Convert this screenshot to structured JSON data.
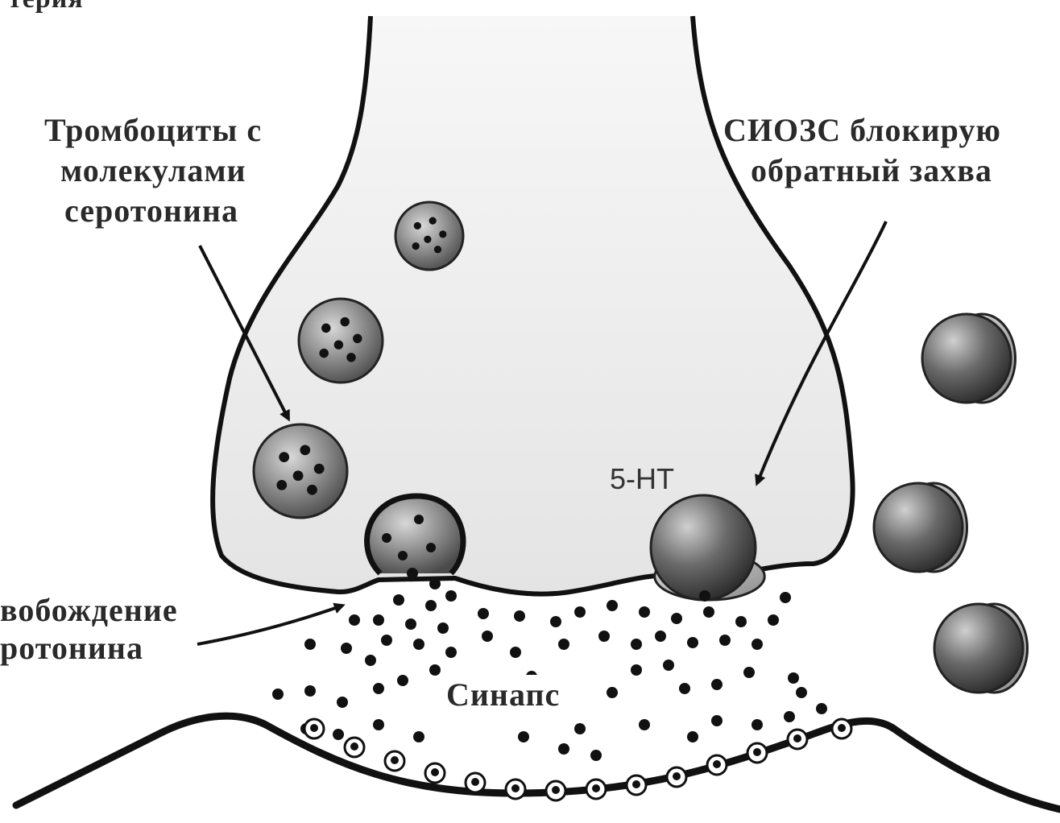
{
  "labels": {
    "top_left_cut": "терия",
    "platelets_line1": "Тромбоциты с",
    "platelets_line2": "молекулами",
    "platelets_line3": "серотонина",
    "ssri_line1": "СИОЗС блокирую",
    "ssri_line2": "обратный захва",
    "ht5": "5-HT",
    "release_line1": "вобождение",
    "release_line2": "ротонина",
    "synapse": "Синапс"
  },
  "colors": {
    "outline": "#111111",
    "terminal_fill": "#ececec",
    "vesicle_fill": "#7a7a7a",
    "molecule": "#111111",
    "receptor_dark": "#3a3a3a",
    "receptor_light": "#bdbdbd"
  }
}
